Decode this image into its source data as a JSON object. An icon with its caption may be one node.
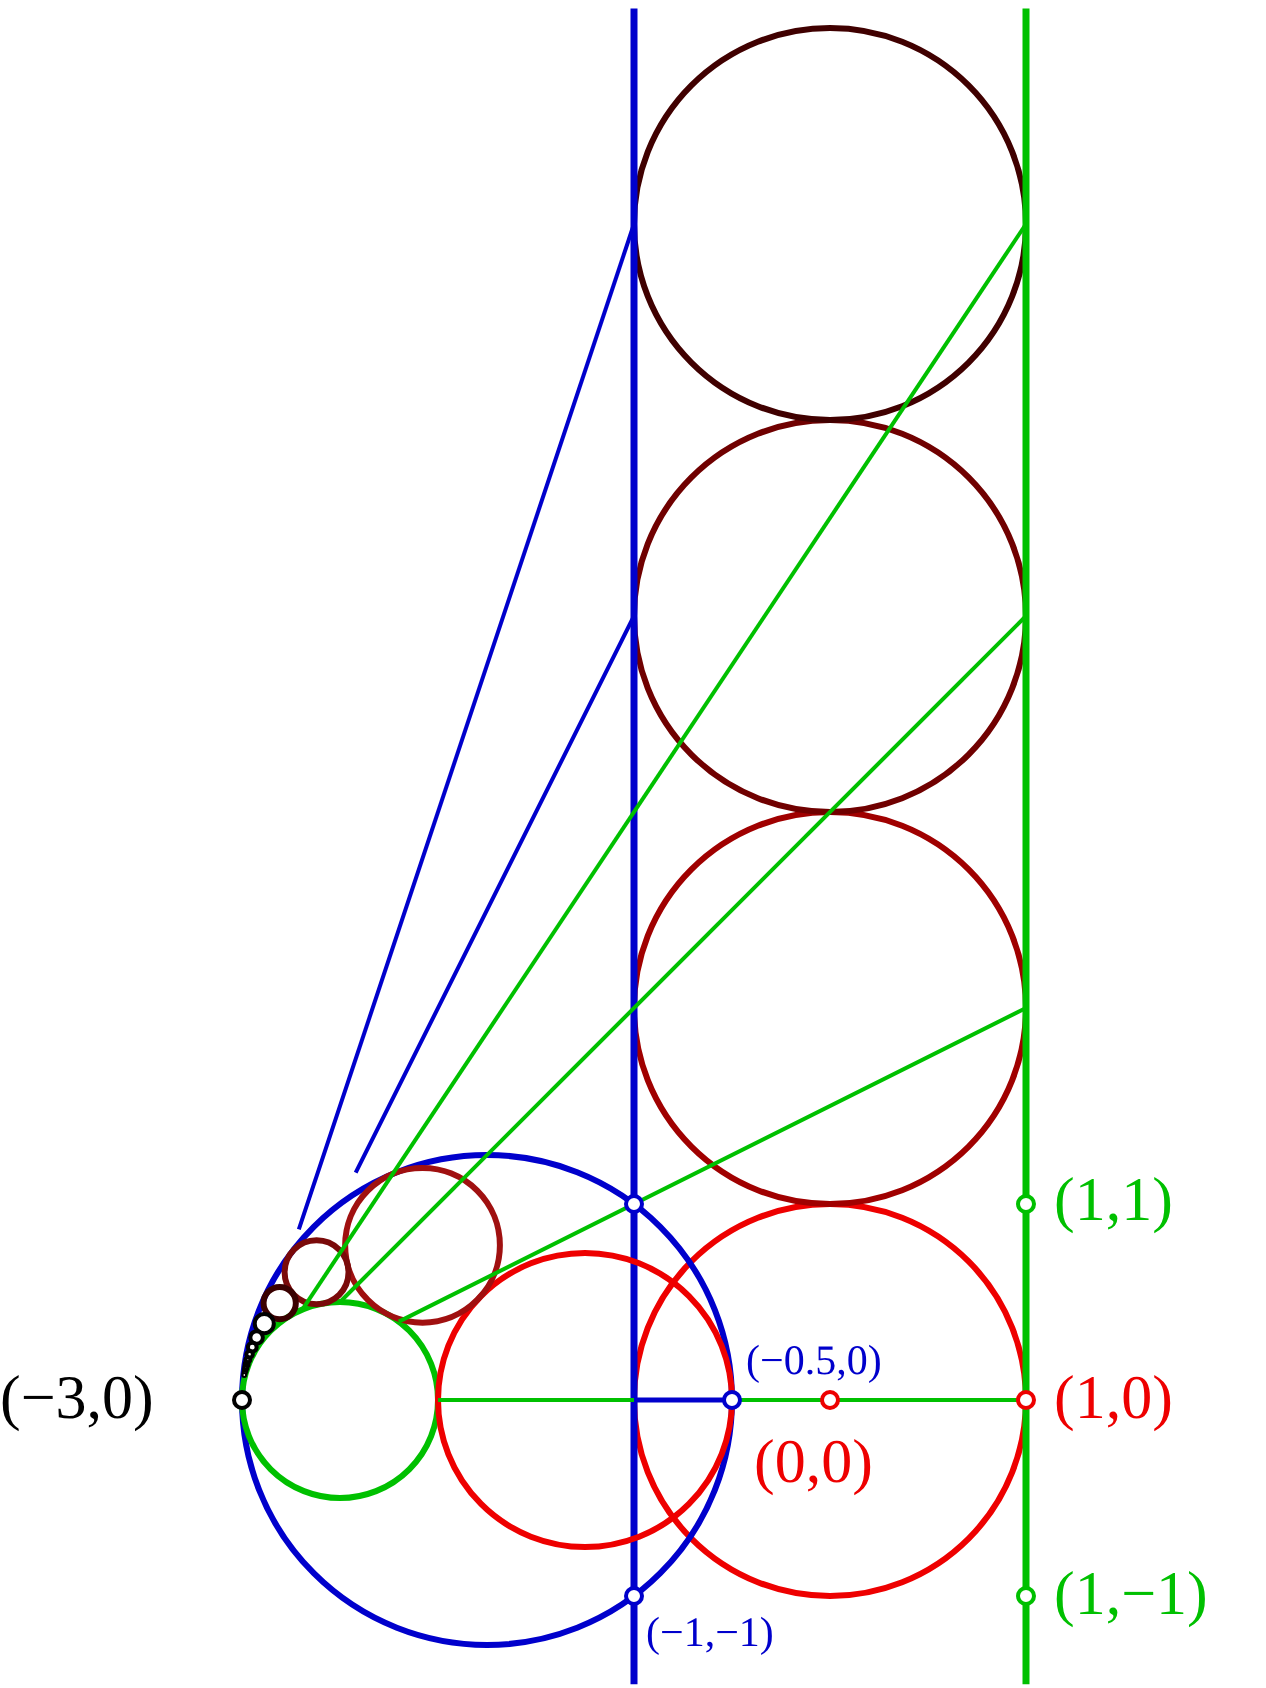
{
  "diagram": {
    "labels": [
      "(1,1)",
      "(−0.5,0)",
      "(−3,0)",
      "(1,0)",
      "(0,0)",
      "(1,−1)",
      "(−1,−1)"
    ]
  }
}
